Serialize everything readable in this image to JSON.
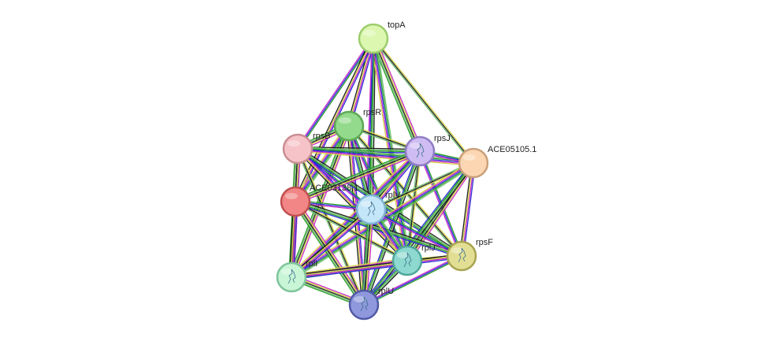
{
  "network": {
    "nodes": [
      {
        "id": "topA",
        "label": "topA",
        "fill": "#dcf7b0",
        "stroke": "#9ccd6c"
      },
      {
        "id": "rpsR",
        "label": "rpsR",
        "fill": "#93da8c",
        "stroke": "#5da955"
      },
      {
        "id": "rpsB",
        "label": "rpsB",
        "fill": "#f6c4c8",
        "stroke": "#c98d92"
      },
      {
        "id": "rpsJ",
        "label": "rpsJ",
        "fill": "#cfbcf3",
        "stroke": "#8f7cc4"
      },
      {
        "id": "ACE05105.1",
        "label": "ACE05105.1",
        "fill": "#fcd6b2",
        "stroke": "#caa07a"
      },
      {
        "id": "ACE03138.1",
        "label": "ACE03138.1",
        "fill": "#f28585",
        "stroke": "#c05050"
      },
      {
        "id": "rplV",
        "label": "rplV",
        "fill": "#c4e6f9",
        "stroke": "#7fb4d2"
      },
      {
        "id": "rpsF",
        "label": "rpsF",
        "fill": "#e2df94",
        "stroke": "#a7a350"
      },
      {
        "id": "rplJ",
        "label": "rplJ",
        "fill": "#8ed9cf",
        "stroke": "#4fa79b"
      },
      {
        "id": "rplI",
        "label": "rplI",
        "fill": "#c8f5d6",
        "stroke": "#7fc49a"
      },
      {
        "id": "rplU",
        "label": "rplU",
        "fill": "#8f98dc",
        "stroke": "#4f5aa6"
      }
    ],
    "edge_colors": [
      "#2a9d2a",
      "#2b2bd6",
      "#c82bc8",
      "#d6d64a",
      "#1f1f1f",
      "#6fbf6f"
    ],
    "edges": [
      [
        "topA",
        "rpsB"
      ],
      [
        "topA",
        "rpsR"
      ],
      [
        "topA",
        "rpsJ"
      ],
      [
        "topA",
        "ACE05105.1"
      ],
      [
        "topA",
        "rplV"
      ],
      [
        "topA",
        "rplJ"
      ],
      [
        "topA",
        "rplU"
      ],
      [
        "topA",
        "ACE03138.1"
      ],
      [
        "rpsR",
        "rpsB"
      ],
      [
        "rpsR",
        "rpsJ"
      ],
      [
        "rpsR",
        "rplV"
      ],
      [
        "rpsR",
        "ACE03138.1"
      ],
      [
        "rpsR",
        "rplJ"
      ],
      [
        "rpsR",
        "rplU"
      ],
      [
        "rpsR",
        "rplI"
      ],
      [
        "rpsR",
        "rpsF"
      ],
      [
        "rpsB",
        "rpsJ"
      ],
      [
        "rpsB",
        "ACE03138.1"
      ],
      [
        "rpsB",
        "rplV"
      ],
      [
        "rpsB",
        "rplJ"
      ],
      [
        "rpsB",
        "rplI"
      ],
      [
        "rpsB",
        "rplU"
      ],
      [
        "rpsB",
        "rpsF"
      ],
      [
        "rpsB",
        "ACE05105.1"
      ],
      [
        "rpsJ",
        "ACE05105.1"
      ],
      [
        "rpsJ",
        "rplV"
      ],
      [
        "rpsJ",
        "ACE03138.1"
      ],
      [
        "rpsJ",
        "rplJ"
      ],
      [
        "rpsJ",
        "rplU"
      ],
      [
        "rpsJ",
        "rplI"
      ],
      [
        "rpsJ",
        "rpsF"
      ],
      [
        "ACE05105.1",
        "rpsF"
      ],
      [
        "ACE05105.1",
        "rplJ"
      ],
      [
        "ACE05105.1",
        "rplV"
      ],
      [
        "ACE05105.1",
        "rplU"
      ],
      [
        "ACE05105.1",
        "rplI"
      ],
      [
        "ACE03138.1",
        "rplV"
      ],
      [
        "ACE03138.1",
        "rplI"
      ],
      [
        "ACE03138.1",
        "rplU"
      ],
      [
        "ACE03138.1",
        "rplJ"
      ],
      [
        "ACE03138.1",
        "rpsF"
      ],
      [
        "rplV",
        "rplJ"
      ],
      [
        "rplV",
        "rpsF"
      ],
      [
        "rplV",
        "rplI"
      ],
      [
        "rplV",
        "rplU"
      ],
      [
        "rplJ",
        "rpsF"
      ],
      [
        "rplJ",
        "rplU"
      ],
      [
        "rplJ",
        "rplI"
      ],
      [
        "rpsF",
        "rplU"
      ],
      [
        "rpsF",
        "rplI"
      ],
      [
        "rplI",
        "rplU"
      ]
    ]
  }
}
